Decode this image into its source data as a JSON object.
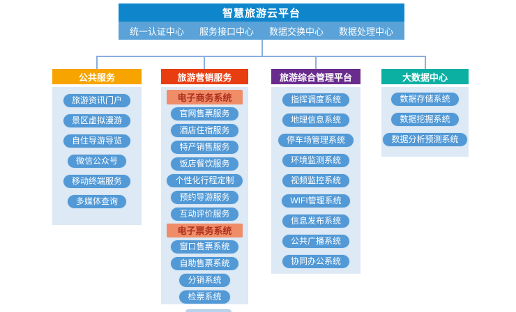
{
  "platform": {
    "title": "智慧旅游云平台",
    "centers": [
      "统一认证中心",
      "服务接口中心",
      "数据交换中心",
      "数据处理中心"
    ]
  },
  "columns": [
    {
      "title": "公共服务",
      "accent": "#f7a400",
      "items": [
        {
          "kind": "pill",
          "label": "旅游资讯门户"
        },
        {
          "kind": "pill",
          "label": "景区虚拟漫游"
        },
        {
          "kind": "pill",
          "label": "自住导游导览"
        },
        {
          "kind": "pill",
          "label": "微信公众号"
        },
        {
          "kind": "pill",
          "label": "移动终端服务"
        },
        {
          "kind": "pill",
          "label": "多媒体查询"
        }
      ]
    },
    {
      "title": "旅游营销服务",
      "accent": "#e73d10",
      "items": [
        {
          "kind": "subheader",
          "label": "电子商务系统"
        },
        {
          "kind": "pill",
          "label": "官网售票服务"
        },
        {
          "kind": "pill",
          "label": "酒店住宿服务"
        },
        {
          "kind": "pill",
          "label": "特产销售服务"
        },
        {
          "kind": "pill",
          "label": "饭店餐饮服务"
        },
        {
          "kind": "pill",
          "label": "个性化行程定制"
        },
        {
          "kind": "pill",
          "label": "预约导游服务"
        },
        {
          "kind": "pill",
          "label": "互动评价服务"
        },
        {
          "kind": "subheader",
          "label": "电子票务系统"
        },
        {
          "kind": "pill",
          "label": "窗口售票系统"
        },
        {
          "kind": "pill",
          "label": "自助售票系统"
        },
        {
          "kind": "pill",
          "label": "分销系统"
        },
        {
          "kind": "pill",
          "label": "检票系统"
        }
      ]
    },
    {
      "title": "旅游综合管理平台",
      "accent": "#692b8c",
      "items": [
        {
          "kind": "pill",
          "label": "指挥调度系统"
        },
        {
          "kind": "pill",
          "label": "地理信息系统"
        },
        {
          "kind": "pill",
          "label": "停车场管理系统"
        },
        {
          "kind": "pill",
          "label": "环境监测系统"
        },
        {
          "kind": "pill",
          "label": "视频监控系统"
        },
        {
          "kind": "pill",
          "label": "WIFI管理系统"
        },
        {
          "kind": "pill",
          "label": "信息发布系统"
        },
        {
          "kind": "pill",
          "label": "公共广播系统"
        },
        {
          "kind": "pill",
          "label": "协同办公系统"
        }
      ]
    },
    {
      "title": "大数据中心",
      "accent": "#0bb0a3",
      "items": [
        {
          "kind": "pill",
          "label": "数据存储系统"
        },
        {
          "kind": "pill",
          "label": "数据挖掘系统"
        },
        {
          "kind": "pill",
          "label": "数据分析预测系统"
        }
      ]
    }
  ],
  "colors": {
    "top_band": "#0f86cc",
    "sub_band": "#5aa2d8",
    "connector": "#8aaede",
    "panel": "#dde9f5",
    "pill": "#5299d6",
    "subheader_bg": "#ef8d68",
    "subheader_text": "#ae2f1e"
  }
}
